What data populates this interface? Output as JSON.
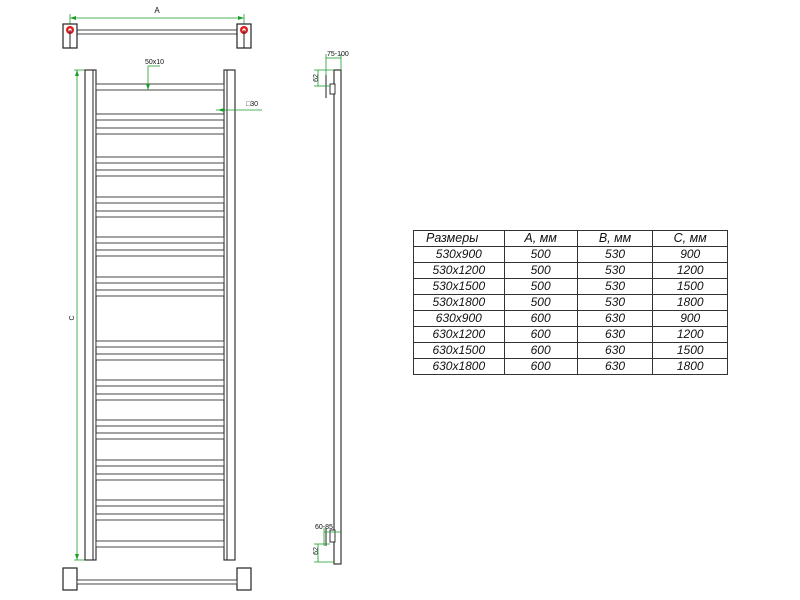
{
  "labels": {
    "width_dim": "A",
    "height_dim": "C",
    "profile_dim": "50x10",
    "tube_dim": "□30",
    "wall_gap_dim": "75-100",
    "top_offset_dim": "62",
    "bottom_gap_dim": "60-85",
    "bottom_offset_dim": "62"
  },
  "table": {
    "headers": [
      "Размеры",
      "A, мм",
      "B, мм",
      "C, мм"
    ],
    "rows": [
      [
        "530x900",
        "500",
        "530",
        "900"
      ],
      [
        "530x1200",
        "500",
        "530",
        "1200"
      ],
      [
        "530x1500",
        "500",
        "530",
        "1500"
      ],
      [
        "530x1800",
        "500",
        "530",
        "1800"
      ],
      [
        "630x900",
        "600",
        "630",
        "900"
      ],
      [
        "630x1200",
        "600",
        "630",
        "1200"
      ],
      [
        "630x1500",
        "600",
        "630",
        "1500"
      ],
      [
        "630x1800",
        "600",
        "630",
        "1800"
      ]
    ]
  },
  "colors": {
    "dimension_lines": "#1a9e2a",
    "mount_caps": "#e31b1b",
    "outline": "#222222"
  }
}
